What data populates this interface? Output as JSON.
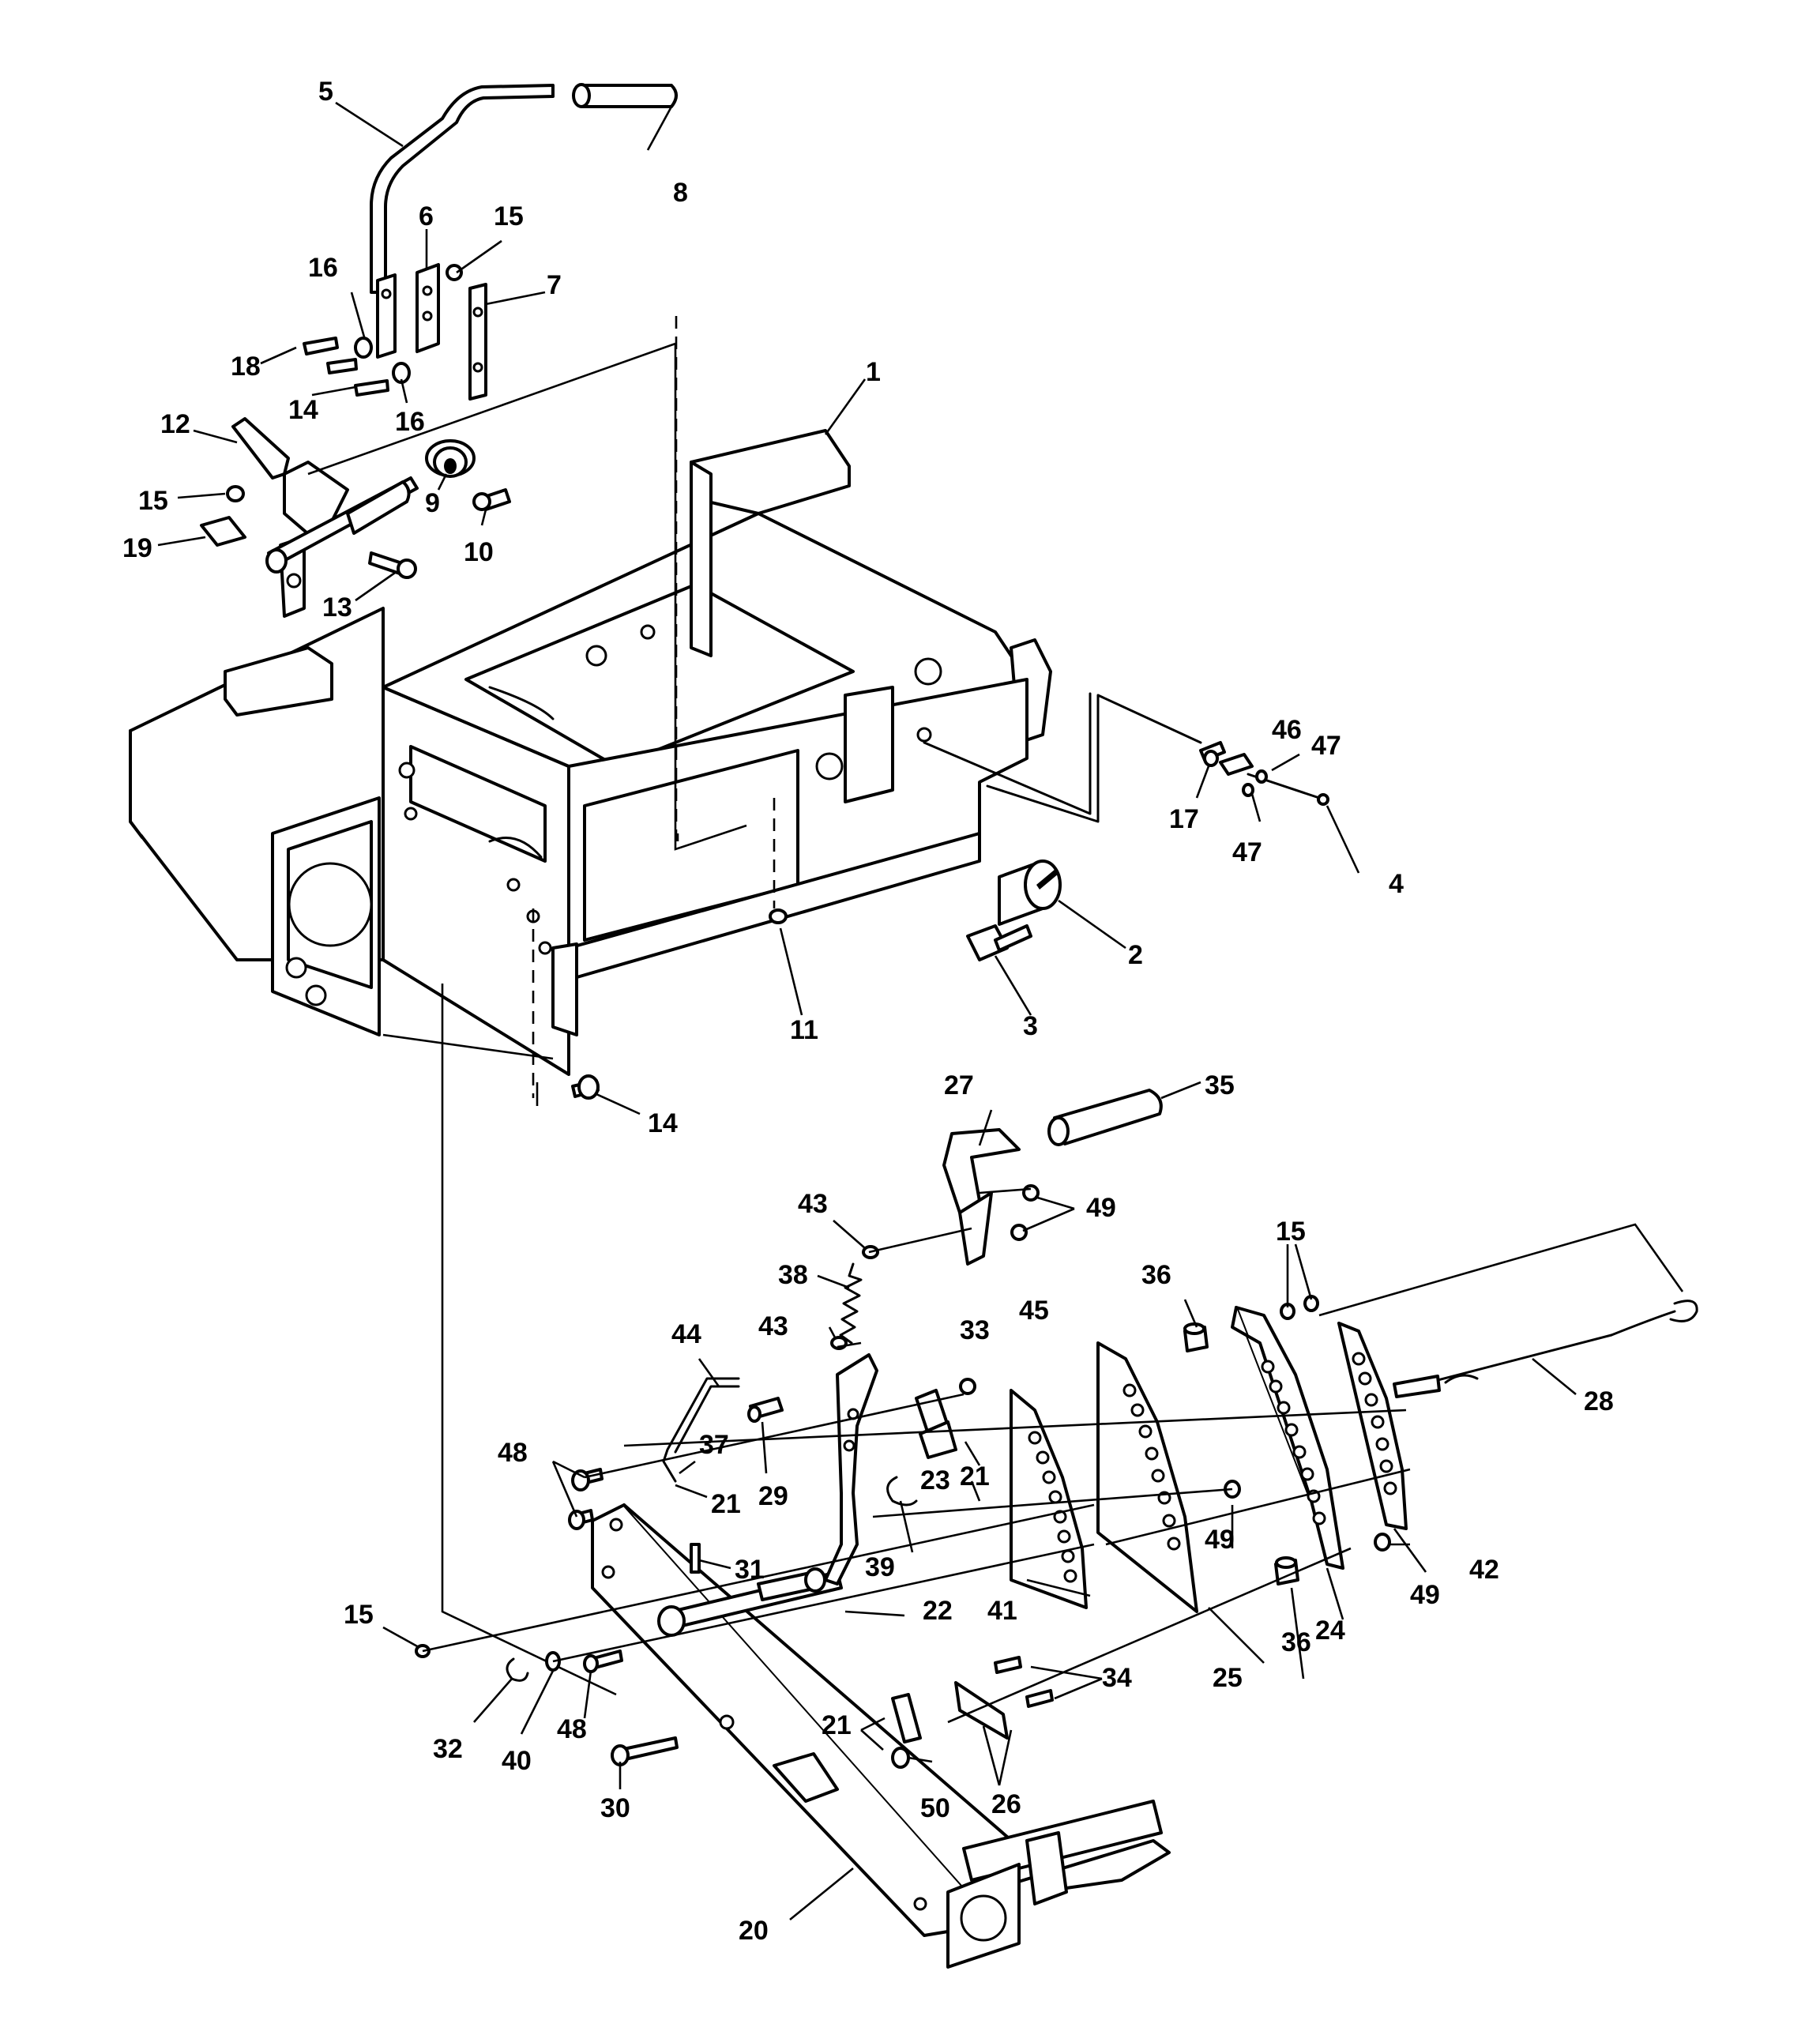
{
  "diagram": {
    "line_color": "#000000",
    "background": "#ffffff",
    "callouts": [
      {
        "id": "c1",
        "text": "1"
      },
      {
        "id": "c2",
        "text": "2"
      },
      {
        "id": "c3",
        "text": "3"
      },
      {
        "id": "c4",
        "text": "4"
      },
      {
        "id": "c5",
        "text": "5"
      },
      {
        "id": "c6",
        "text": "6"
      },
      {
        "id": "c7",
        "text": "7"
      },
      {
        "id": "c8",
        "text": "8"
      },
      {
        "id": "c9",
        "text": "9"
      },
      {
        "id": "c10",
        "text": "10"
      },
      {
        "id": "c11",
        "text": "11"
      },
      {
        "id": "c12",
        "text": "12"
      },
      {
        "id": "c13",
        "text": "13"
      },
      {
        "id": "c14a",
        "text": "14"
      },
      {
        "id": "c14b",
        "text": "14"
      },
      {
        "id": "c15a",
        "text": "15"
      },
      {
        "id": "c15b",
        "text": "15"
      },
      {
        "id": "c15c",
        "text": "15"
      },
      {
        "id": "c15d",
        "text": "15"
      },
      {
        "id": "c16a",
        "text": "16"
      },
      {
        "id": "c16b",
        "text": "16"
      },
      {
        "id": "c17",
        "text": "17"
      },
      {
        "id": "c18",
        "text": "18"
      },
      {
        "id": "c19",
        "text": "19"
      },
      {
        "id": "c20",
        "text": "20"
      },
      {
        "id": "c21a",
        "text": "21"
      },
      {
        "id": "c21b",
        "text": "21"
      },
      {
        "id": "c21c",
        "text": "21"
      },
      {
        "id": "c22",
        "text": "22"
      },
      {
        "id": "c23",
        "text": "23"
      },
      {
        "id": "c24",
        "text": "24"
      },
      {
        "id": "c25",
        "text": "25"
      },
      {
        "id": "c26",
        "text": "26"
      },
      {
        "id": "c27",
        "text": "27"
      },
      {
        "id": "c28",
        "text": "28"
      },
      {
        "id": "c29",
        "text": "29"
      },
      {
        "id": "c30",
        "text": "30"
      },
      {
        "id": "c31",
        "text": "31"
      },
      {
        "id": "c32",
        "text": "32"
      },
      {
        "id": "c33",
        "text": "33"
      },
      {
        "id": "c34",
        "text": "34"
      },
      {
        "id": "c35",
        "text": "35"
      },
      {
        "id": "c36a",
        "text": "36"
      },
      {
        "id": "c36b",
        "text": "36"
      },
      {
        "id": "c37",
        "text": "37"
      },
      {
        "id": "c38",
        "text": "38"
      },
      {
        "id": "c39",
        "text": "39"
      },
      {
        "id": "c40",
        "text": "40"
      },
      {
        "id": "c41",
        "text": "41"
      },
      {
        "id": "c42",
        "text": "42"
      },
      {
        "id": "c43a",
        "text": "43"
      },
      {
        "id": "c43b",
        "text": "43"
      },
      {
        "id": "c44",
        "text": "44"
      },
      {
        "id": "c45",
        "text": "45"
      },
      {
        "id": "c46",
        "text": "46"
      },
      {
        "id": "c47a",
        "text": "47"
      },
      {
        "id": "c47b",
        "text": "47"
      },
      {
        "id": "c48a",
        "text": "48"
      },
      {
        "id": "c48b",
        "text": "48"
      },
      {
        "id": "c49a",
        "text": "49"
      },
      {
        "id": "c49b",
        "text": "49"
      },
      {
        "id": "c49c",
        "text": "49"
      },
      {
        "id": "c50",
        "text": "50"
      }
    ]
  }
}
